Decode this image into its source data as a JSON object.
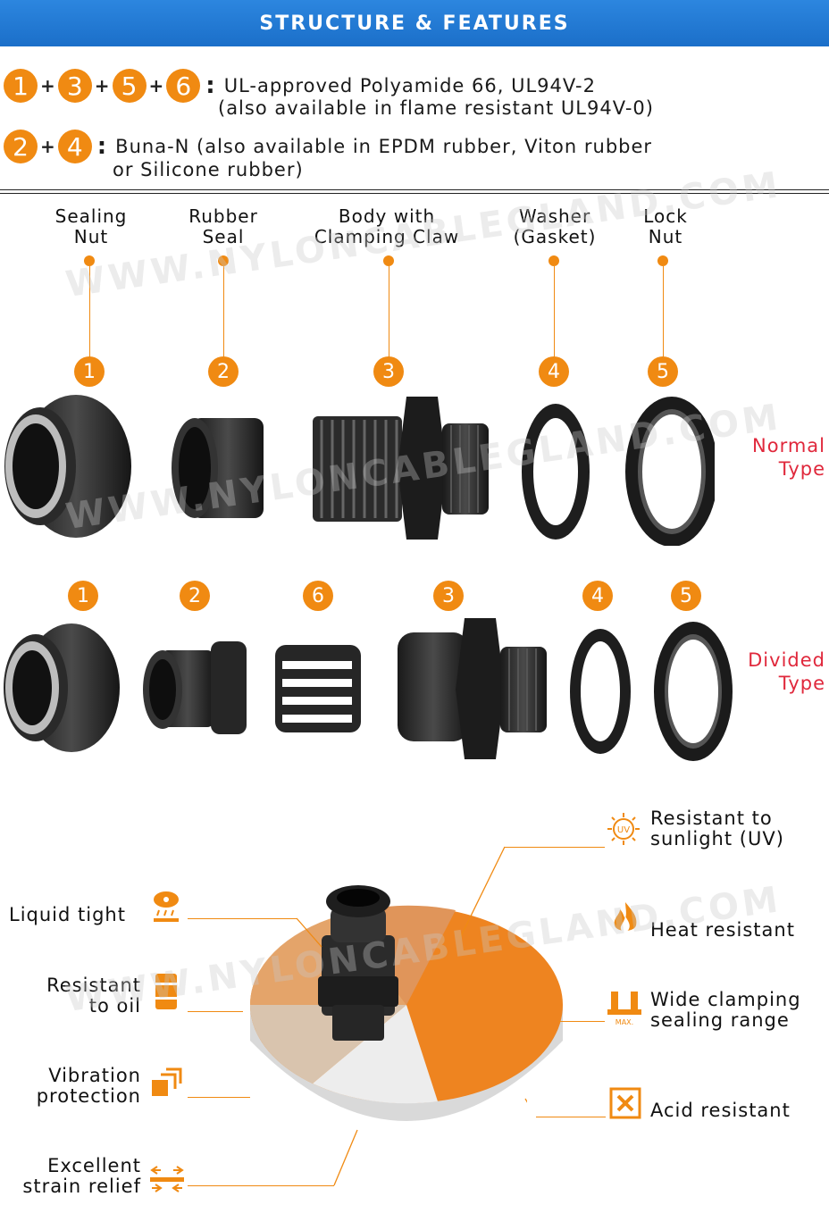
{
  "banner": {
    "title": "STRUCTURE & FEATURES"
  },
  "legend": {
    "row1_badges": [
      "1",
      "3",
      "5",
      "6"
    ],
    "row1_line1": "UL-approved Polyamide 66, UL94V-2",
    "row1_line2": "(also available in flame resistant UL94V-0)",
    "row2_badges": [
      "2",
      "4"
    ],
    "row2_line1": "Buna-N (also available in EPDM rubber, Viton rubber",
    "row2_line2": "or Silicone rubber)",
    "plus": "+",
    "colon": ":"
  },
  "parts": {
    "sealing_nut": [
      "Sealing",
      "Nut"
    ],
    "rubber_seal": [
      "Rubber",
      "Seal"
    ],
    "body": [
      "Body with",
      "Clamping Claw"
    ],
    "washer": [
      "Washer",
      "(Gasket)"
    ],
    "lock_nut": [
      "Lock",
      "Nut"
    ]
  },
  "normal_numbers": [
    "1",
    "2",
    "3",
    "4",
    "5"
  ],
  "divided_numbers": [
    "1",
    "2",
    "6",
    "3",
    "4",
    "5"
  ],
  "types": {
    "normal": [
      "Normal",
      "Type"
    ],
    "divided": [
      "Divided",
      "Type"
    ]
  },
  "watermark": "WWW.NYLONCABLEGLAND.COM",
  "features": {
    "uv": [
      "Resistant to",
      "sunlight (UV)"
    ],
    "uv_icon_text": "UV",
    "heat": "Heat resistant",
    "wide": [
      "Wide clamping",
      "sealing range"
    ],
    "wide_icon_text": "MAX.",
    "acid": "Acid resistant",
    "liquid": "Liquid tight",
    "oil": [
      "Resistant",
      "to oil"
    ],
    "vibration": [
      "Vibration",
      "protection"
    ],
    "strain": [
      "Excellent",
      "strain relief"
    ]
  },
  "colors": {
    "accent": "#f08a12",
    "banner": "#1b6fc9",
    "type_label": "#e0283c"
  }
}
